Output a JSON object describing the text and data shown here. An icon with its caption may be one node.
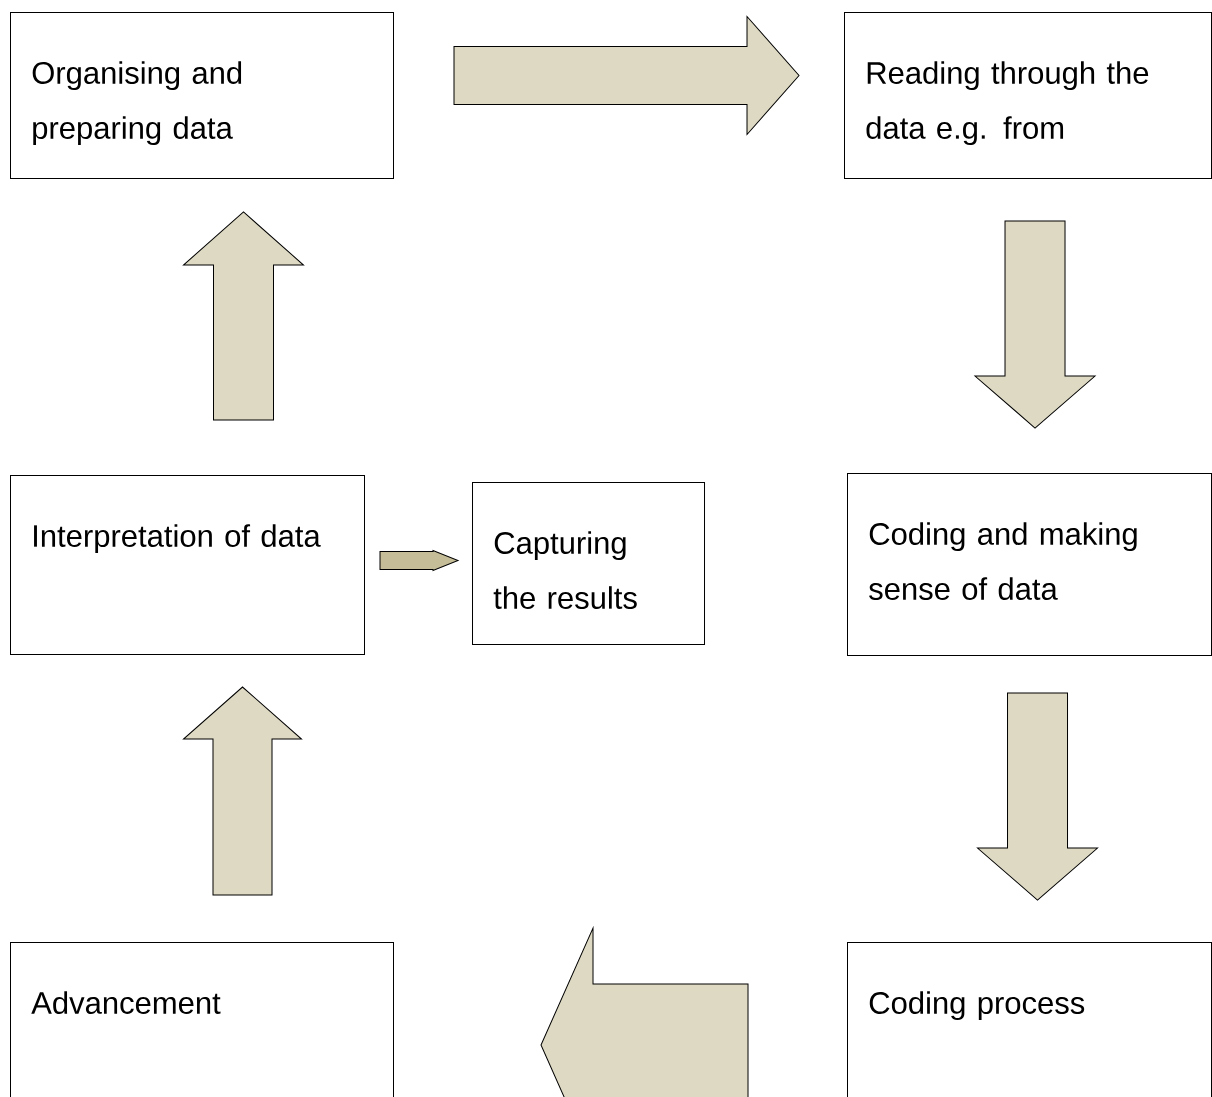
{
  "diagram": {
    "nodes": [
      {
        "text": [
          "Organising and preparing data"
        ]
      },
      {
        "text": [
          "Reading through the data e.g. from"
        ]
      },
      {
        "text": [
          "Coding and making sense of data"
        ]
      },
      {
        "text": [
          "Coding process"
        ]
      },
      {
        "text": [
          "Advancement"
        ]
      },
      {
        "text": [
          "Interpretation of data"
        ]
      },
      {
        "text": [
          "Capturing the results"
        ]
      }
    ],
    "edges": [
      {
        "from": 0,
        "to": 1,
        "arrow": "to"
      },
      {
        "from": 1,
        "to": 2,
        "arrow": "to"
      },
      {
        "from": 2,
        "to": 3,
        "arrow": "to"
      },
      {
        "from": 3,
        "to": 4,
        "arrow": "to"
      },
      {
        "from": 4,
        "to": 5,
        "arrow": "to"
      },
      {
        "from": 5,
        "to": 0,
        "arrow": "to"
      },
      {
        "from": 5,
        "to": 6,
        "arrow": "to",
        "color": "#c4bd97"
      }
    ]
  }
}
